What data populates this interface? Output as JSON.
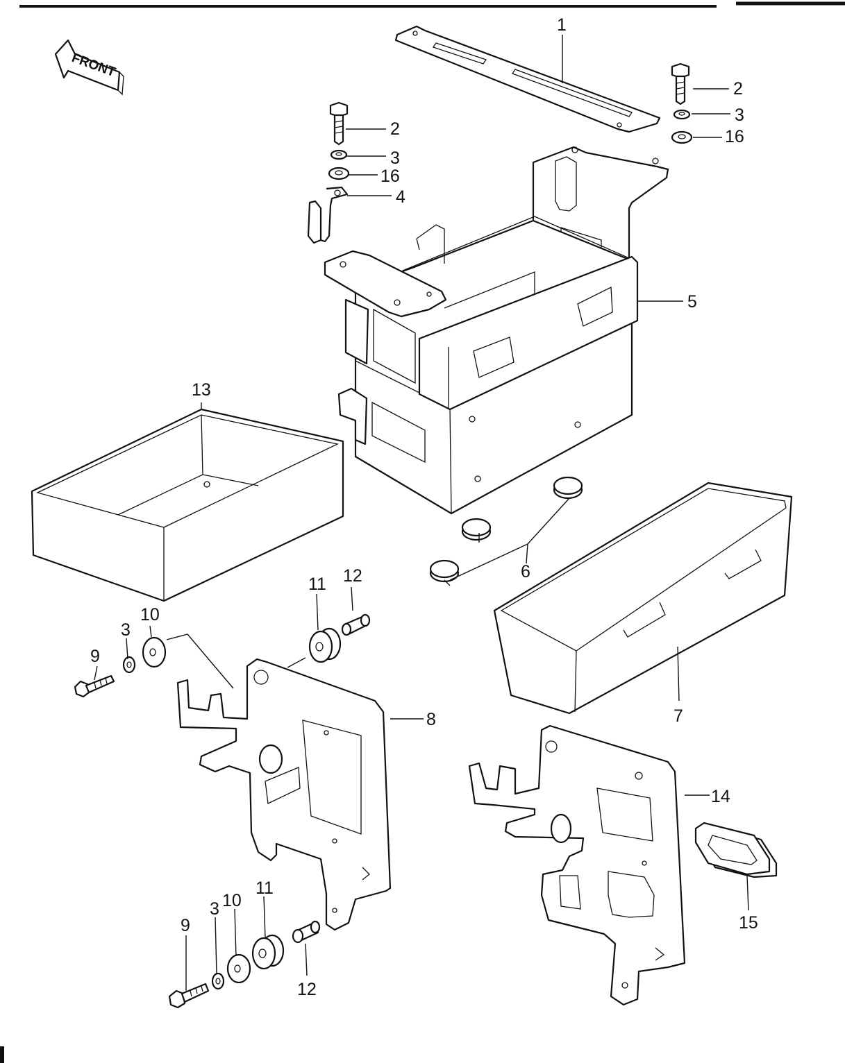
{
  "front_label": "FRONT",
  "callouts": {
    "c1": "1",
    "c2a": "2",
    "c3a": "3",
    "c16a": "16",
    "c2b": "2",
    "c3b": "3",
    "c16b": "16",
    "c4": "4",
    "c5": "5",
    "c6": "6",
    "c7": "7",
    "c8": "8",
    "c9a": "9",
    "c3c": "3",
    "c10a": "10",
    "c11a": "11",
    "c12a": "12",
    "c13": "13",
    "c14": "14",
    "c15": "15",
    "c9b": "9",
    "c3d": "3",
    "c10b": "10",
    "c11b": "11",
    "c12b": "12"
  }
}
